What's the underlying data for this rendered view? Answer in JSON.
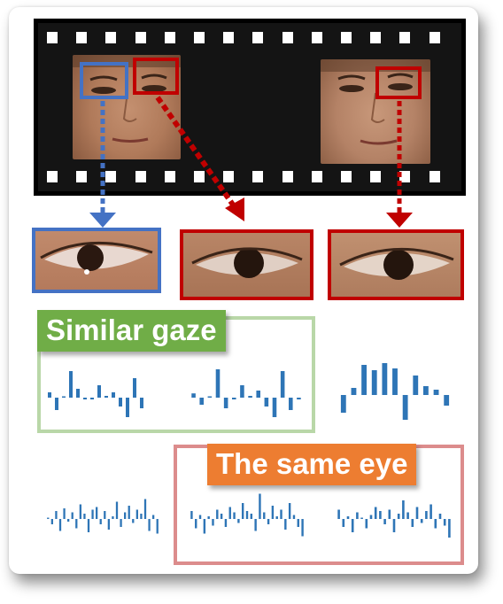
{
  "labels": {
    "similar_gaze": "Similar gaze",
    "same_eye": "The same eye"
  },
  "colors": {
    "blue": "#4472c4",
    "red": "#c00000",
    "green_label": "#70ad47",
    "orange_label": "#ed7d31",
    "green_frame": "#b9d7a8",
    "red_frame": "#dc8c8c",
    "bar": "#2e75b6"
  },
  "signatures": {
    "gaze_a": [
      0.15,
      -0.35,
      0,
      0.75,
      0.25,
      -0.05,
      -0.05,
      0.35,
      0.05,
      0.15,
      -0.25,
      -0.55,
      0.55,
      -0.3
    ],
    "gaze_b": [
      0.12,
      -0.2,
      0,
      0.8,
      -0.3,
      -0.05,
      0.35,
      0.05,
      0.2,
      -0.25,
      -0.55,
      0.75,
      -0.35,
      -0.05
    ],
    "gaze_c": [
      -0.5,
      0.2,
      0.85,
      0.7,
      0.9,
      0.75,
      -0.7,
      0.55,
      0.25,
      0.15,
      -0.3
    ],
    "eye_a": [
      0.05,
      -0.2,
      0.3,
      -0.45,
      0.4,
      -0.1,
      0.25,
      -0.35,
      0.55,
      0.2,
      -0.5,
      0.35,
      0.45,
      -0.2,
      0.3,
      -0.4,
      0.1,
      0.65,
      -0.3,
      0.25,
      0.5,
      -0.15,
      0.35,
      0.2,
      0.75,
      -0.45,
      0.15,
      -0.55
    ],
    "eye_b": [
      0.3,
      -0.35,
      0.15,
      -0.55,
      0.1,
      -0.25,
      0.35,
      0.2,
      -0.3,
      0.45,
      0.25,
      -0.15,
      0.6,
      0.3,
      0.2,
      -0.45,
      0.95,
      0.25,
      -0.2,
      0.5,
      0.1,
      0.35,
      -0.4,
      0.6,
      0.15,
      -0.3,
      -0.65
    ],
    "eye_c": [
      0.35,
      -0.3,
      0.1,
      -0.5,
      0.25,
      0.05,
      -0.35,
      0.15,
      0.45,
      0.3,
      -0.2,
      0.35,
      -0.5,
      0.2,
      0.7,
      0.25,
      -0.3,
      0.45,
      -0.15,
      0.3,
      0.55,
      -0.35,
      0.2,
      -0.25,
      -0.7
    ]
  }
}
